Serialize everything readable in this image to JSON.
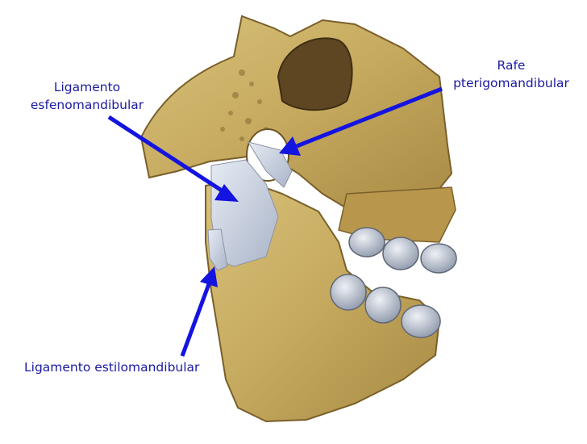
{
  "slide": {
    "labels": {
      "sphenomandibular": {
        "line1": "Ligamento",
        "line2": "esfenomandibular"
      },
      "pterygomandibular": {
        "line1": "Rafe",
        "line2": "pterigomandibular"
      },
      "stylomandibular": "Ligamento estilomandibular"
    },
    "colors": {
      "label_text": "#1a1aa0",
      "arrow": "#1414e0",
      "bone": "#c9b067",
      "bone_dark": "#8a6e34",
      "ligament": "#c8d0e0",
      "teeth": "#b4bccc",
      "background": "#ffffff"
    }
  }
}
